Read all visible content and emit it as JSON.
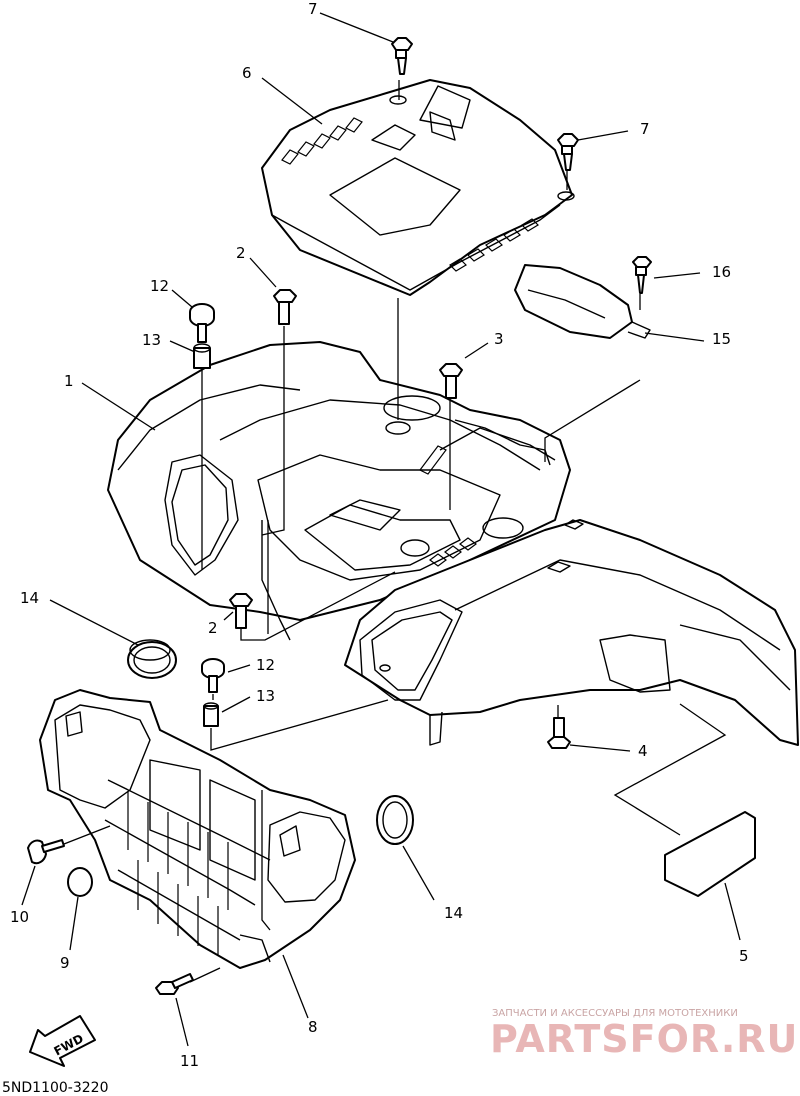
{
  "callouts": [
    {
      "id": "c7a",
      "label": "7"
    },
    {
      "id": "c6",
      "label": "6"
    },
    {
      "id": "c7b",
      "label": "7"
    },
    {
      "id": "c2a",
      "label": "2"
    },
    {
      "id": "c12a",
      "label": "12"
    },
    {
      "id": "c16",
      "label": "16"
    },
    {
      "id": "c13a",
      "label": "13"
    },
    {
      "id": "c3",
      "label": "3"
    },
    {
      "id": "c15",
      "label": "15"
    },
    {
      "id": "c1",
      "label": "1"
    },
    {
      "id": "c14a",
      "label": "14"
    },
    {
      "id": "c2b",
      "label": "2"
    },
    {
      "id": "c12b",
      "label": "12"
    },
    {
      "id": "c13b",
      "label": "13"
    },
    {
      "id": "c4",
      "label": "4"
    },
    {
      "id": "c10",
      "label": "10"
    },
    {
      "id": "c14b",
      "label": "14"
    },
    {
      "id": "c9",
      "label": "9"
    },
    {
      "id": "c5",
      "label": "5"
    },
    {
      "id": "c8",
      "label": "8"
    },
    {
      "id": "c11",
      "label": "11"
    }
  ],
  "fwd_label": "FWD",
  "diagram_code": "5ND1100-3220",
  "watermark": {
    "tagline": "ЗАПЧАСТИ И АКСЕССУАРЫ ДЛЯ МОТОТЕХНИКИ",
    "brand": "PARTSFOR.RU"
  }
}
